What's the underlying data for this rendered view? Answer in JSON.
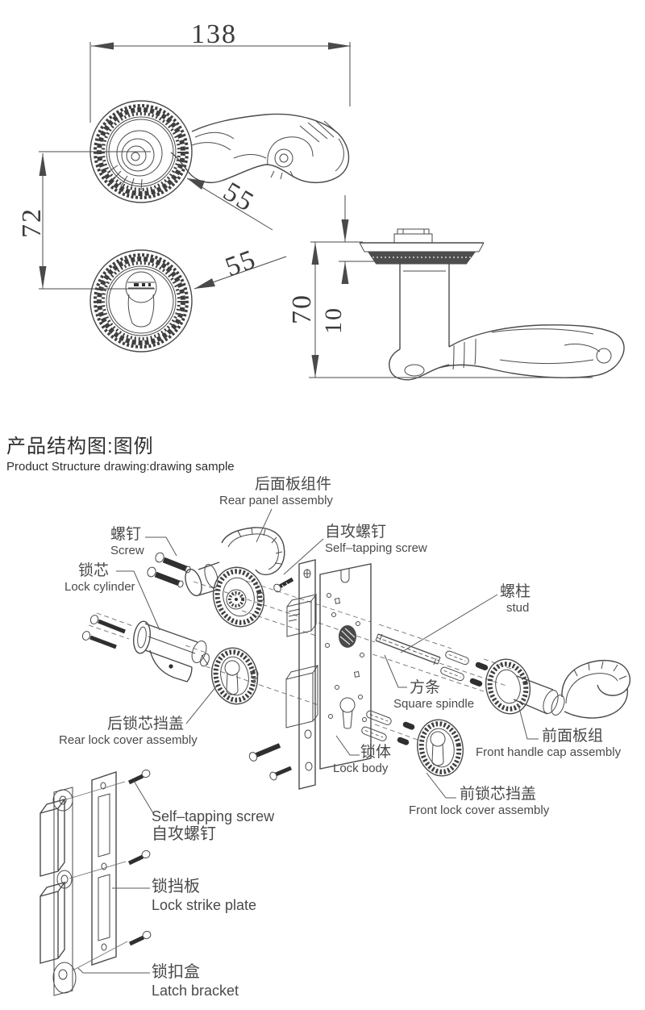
{
  "title": {
    "zh": "产品结构图:图例",
    "en": "Product Structure drawing:drawing sample"
  },
  "dimensions": {
    "overall_width": "138",
    "center_distance": "72",
    "rose_diameter_top": "55",
    "rose_diameter_bottom": "55",
    "side_overall_height": "70",
    "rose_thickness": "10"
  },
  "parts": {
    "rear_panel_assembly": {
      "zh": "后面板组件",
      "en": "Rear panel assembly"
    },
    "screw": {
      "zh": "螺钉",
      "en": "Screw"
    },
    "lock_cylinder": {
      "zh": "锁芯",
      "en": "Lock cylinder"
    },
    "self_tapping_screw_top": {
      "zh": "自攻螺钉",
      "en": "Self–tapping screw"
    },
    "stud": {
      "zh": "螺柱",
      "en": "stud"
    },
    "square_spindle": {
      "zh": "方条",
      "en": "Square spindle"
    },
    "rear_lock_cover_assembly": {
      "zh": "后锁芯挡盖",
      "en": "Rear lock cover assembly"
    },
    "lock_body": {
      "zh": "锁体",
      "en": "Lock body"
    },
    "front_handle_cap_assembly": {
      "zh": "前面板组",
      "en": "Front handle cap assembly"
    },
    "front_lock_cover_assembly": {
      "zh": "前锁芯挡盖",
      "en": "Front lock cover assembly"
    },
    "self_tapping_screw_bottom": {
      "en": "Self–tapping screw",
      "zh": "自攻螺钉"
    },
    "lock_strike_plate": {
      "zh": "锁挡板",
      "en": "Lock strike plate"
    },
    "latch_bracket": {
      "zh": "锁扣盒",
      "en": "Latch bracket"
    }
  },
  "colors": {
    "line": "#4a4a4a",
    "dark": "#2f2f2f",
    "background": "#ffffff"
  }
}
